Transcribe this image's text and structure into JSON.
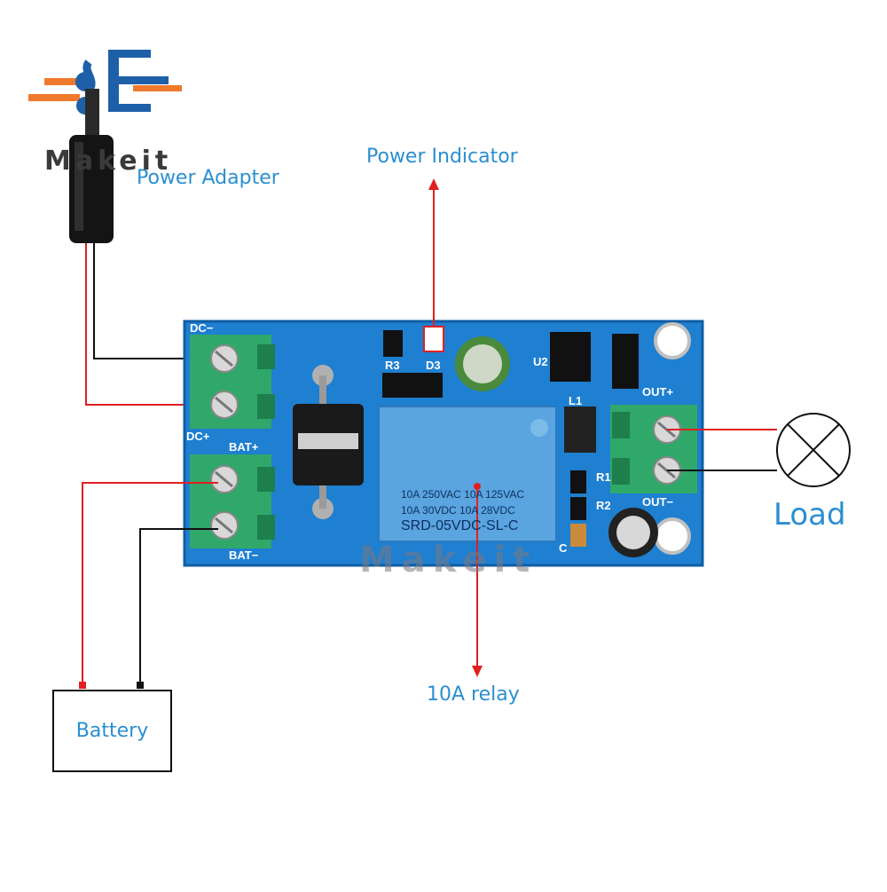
{
  "brand": {
    "name": "Makeit",
    "watermark": "Makeit"
  },
  "labels": {
    "power_adapter": "Power Adapter",
    "power_indicator": "Power Indicator",
    "load": "Load",
    "relay": "10A relay",
    "battery": "Battery"
  },
  "board": {
    "silkscreen": {
      "dc_minus": "DC−",
      "dc_plus": "DC+",
      "bat_plus": "BAT+",
      "bat_minus": "BAT−",
      "out_plus": "OUT+",
      "out_minus": "OUT−",
      "r3": "R3",
      "d3": "D3",
      "u2": "U2",
      "l1": "L1",
      "r1": "R1",
      "r2": "R2",
      "c": "C"
    },
    "relay": {
      "line1": "10A 250VAC 10A 125VAC",
      "line2": "10A  30VDC 10A  28VDC",
      "model": "SRD-05VDC-SL-C"
    }
  },
  "colors": {
    "label_blue": "#2b8fd0",
    "board_blue": "#1f7fd0",
    "terminal_green": "#2fa86a",
    "wire_red": "#e02020",
    "wire_black": "#111111",
    "logo_blue": "#1e60a8",
    "logo_orange": "#ef7a2d"
  }
}
